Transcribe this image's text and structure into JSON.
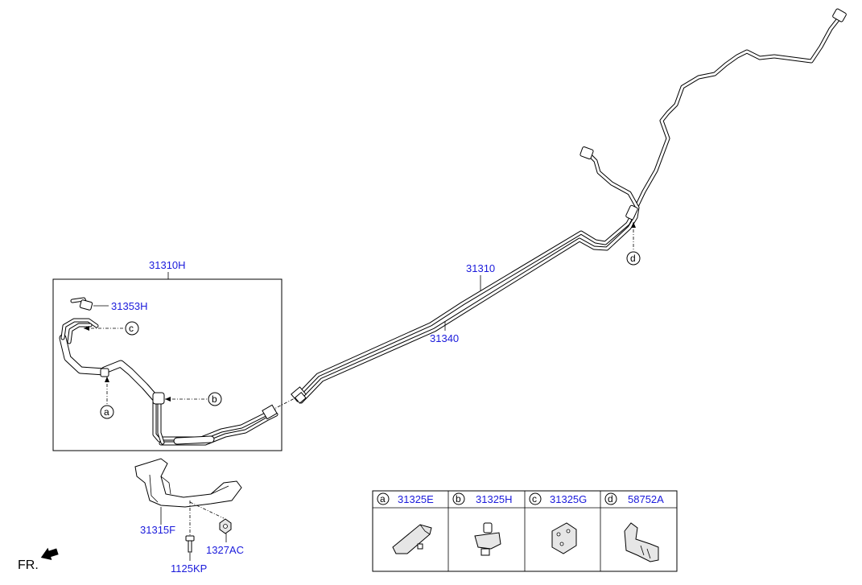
{
  "labels": {
    "main_tube": "31310",
    "return_tube": "31340",
    "tube_assy_front": "31310H",
    "hose_front": "31353H",
    "bracket": "31315F",
    "bolt": "1125KP",
    "nut": "1327AC"
  },
  "callouts": {
    "a": "a",
    "b": "b",
    "c": "c",
    "d": "d"
  },
  "legend": [
    {
      "letter": "a",
      "part": "31325E"
    },
    {
      "letter": "b",
      "part": "31325H"
    },
    {
      "letter": "c",
      "part": "31325G"
    },
    {
      "letter": "d",
      "part": "58752A"
    }
  ],
  "direction": {
    "label": "FR."
  }
}
